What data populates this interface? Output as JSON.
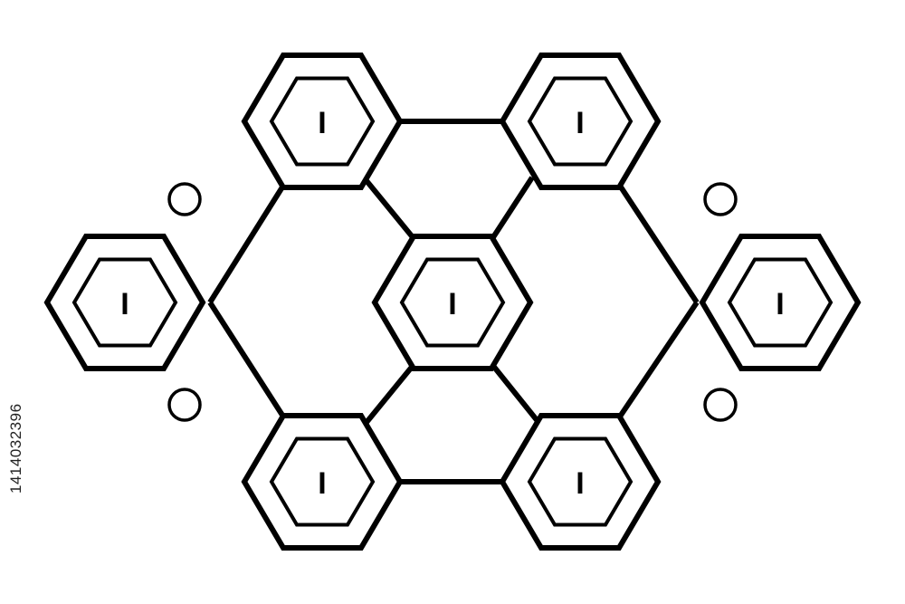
{
  "cells": [
    {
      "id": "top-left",
      "label": "I"
    },
    {
      "id": "top-right",
      "label": "I"
    },
    {
      "id": "far-left",
      "label": "I"
    },
    {
      "id": "center",
      "label": "I"
    },
    {
      "id": "far-right",
      "label": "I"
    },
    {
      "id": "bottom-left",
      "label": "I"
    },
    {
      "id": "bottom-right",
      "label": "I"
    }
  ],
  "watermark": {
    "id_text": "1414032396"
  }
}
